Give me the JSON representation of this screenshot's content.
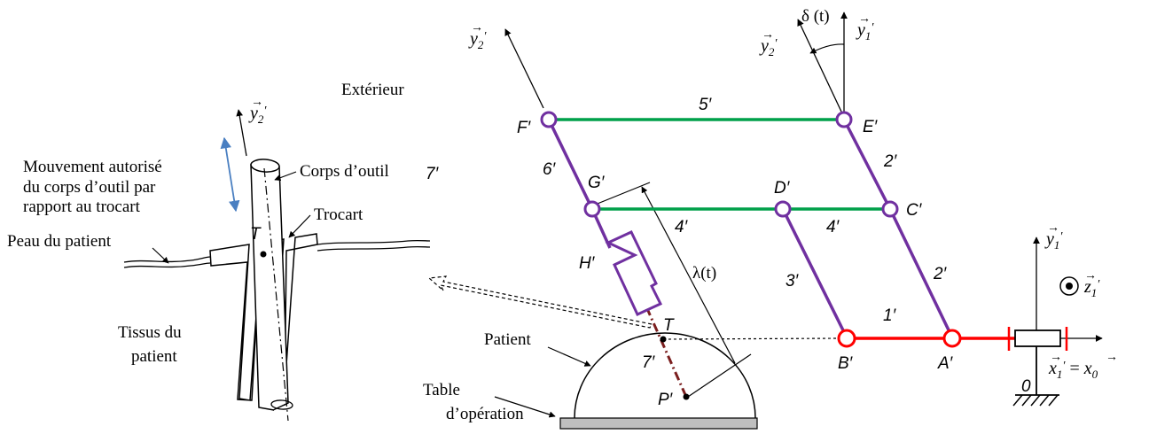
{
  "colors": {
    "purple": "#7030a0",
    "green": "#00a04a",
    "red": "#ff0000",
    "brown": "#7b1f1f",
    "blue_arrow": "#4a7fc1",
    "table_gray": "#bfbfbf"
  },
  "left_figure": {
    "axis_y2": {
      "vec": "y",
      "sub": "2",
      "prime": "′"
    },
    "movement_label": [
      "Mouvement autorisé",
      "du corps d’outil par",
      "rapport au trocart"
    ],
    "tool_body_label": "Corps d’outil",
    "tool_body_num": "7′",
    "point_T": "T",
    "trocart_label": "Trocart",
    "skin_label": "Peau du patient",
    "tissue_label": [
      "Tissus du",
      "patient"
    ]
  },
  "right_figure": {
    "exterior_label": "Extérieur",
    "patient_label": "Patient",
    "table_label": [
      "Table",
      "d’opération"
    ],
    "points": {
      "F": "F′",
      "E": "E′",
      "G": "G′",
      "D": "D′",
      "C": "C′",
      "H": "H′",
      "B": "B′",
      "A": "A′",
      "T": "T",
      "P": "P′",
      "zero": "0"
    },
    "links": {
      "l5": "5′",
      "l6": "6′",
      "l4a": "4′",
      "l4b": "4′",
      "l2a": "2′",
      "l2b": "2′",
      "l3": "3′",
      "l1": "1′",
      "l7": "7′"
    },
    "lambda_label": "λ(t)",
    "delta_label": "δ (t)",
    "axis_y2_left": {
      "vec": "y",
      "sub": "2",
      "prime": "′"
    },
    "axis_y2_right": {
      "vec": "y",
      "sub": "2",
      "prime": "′"
    },
    "axis_y1_top": {
      "vec": "y",
      "sub": "1",
      "prime": "′"
    },
    "axis_y1_frame": {
      "vec": "y",
      "sub": "1",
      "prime": "′"
    },
    "axis_z1": {
      "vec": "z",
      "sub": "1",
      "prime": "′"
    },
    "axis_x": {
      "lhs": "x",
      "lhs_sub": "1",
      "prime": "′",
      "eq": " = ",
      "rhs": "x",
      "rhs_sub": "0"
    }
  }
}
